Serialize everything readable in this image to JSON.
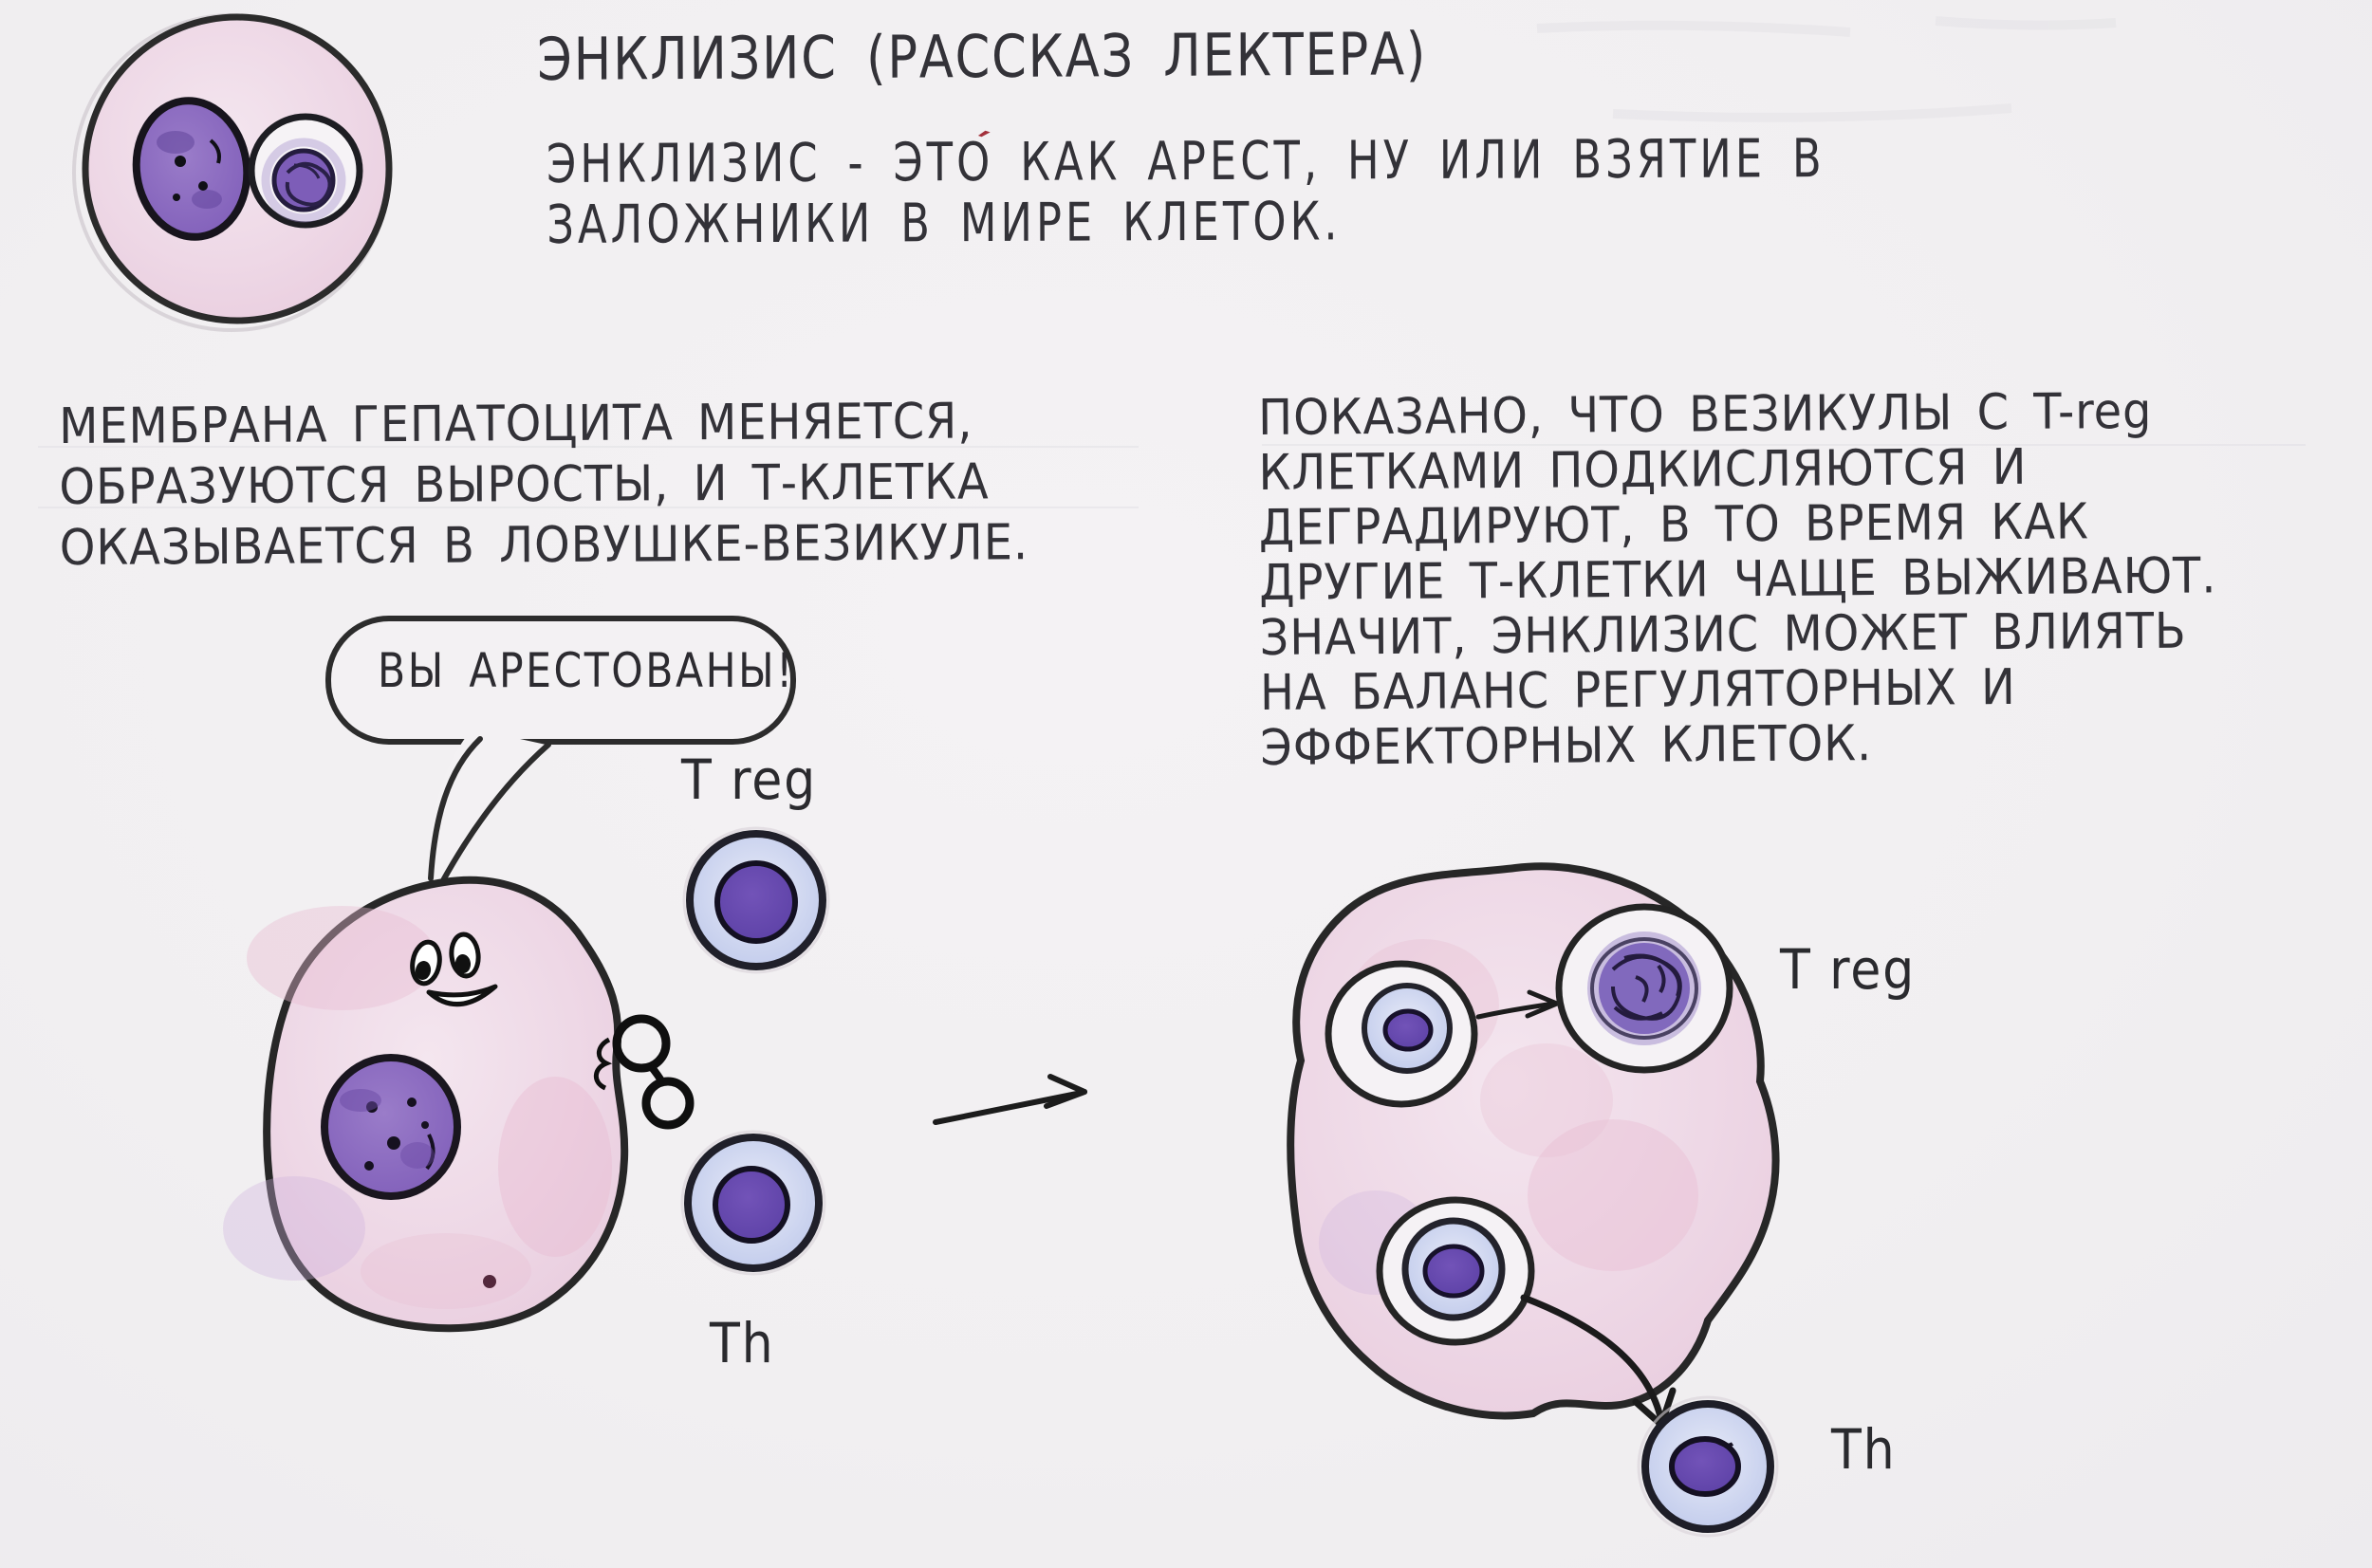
{
  "page": {
    "title": "ЭНКЛИЗИС (РАССКАЗ ЛЕКТЕРА)",
    "definition_lines": [
      "ЭНКЛИЗИС - ЭТО КАК АРЕСТ, НУ ИЛИ ВЗЯТИЕ В",
      "ЗАЛОЖНИКИ В МИРЕ КЛЕТОК."
    ],
    "accent_mark": "´"
  },
  "left_note": {
    "lines": [
      "МЕМБРАНА ГЕПАТОЦИТА МЕНЯЕТСЯ,",
      "ОБРАЗУЮТСЯ ВЫРОСТЫ, И Т-КЛЕТКА",
      "ОКАЗЫВАЕТСЯ В ЛОВУШКЕ-ВЕЗИКУЛЕ."
    ]
  },
  "right_note": {
    "lines": [
      "ПОКАЗАНО, ЧТО ВЕЗИКУЛЫ С T-reg",
      "КЛЕТКАМИ ПОДКИСЛЯЮТСЯ И",
      "ДЕГРАДИРУЮТ, В ТО ВРЕМЯ КАК",
      "ДРУГИЕ Т-КЛЕТКИ ЧАЩЕ ВЫЖИВАЮТ.",
      "ЗНАЧИТ, ЭНКЛИЗИС МОЖЕТ ВЛИЯТЬ",
      "НА БАЛАНС РЕГУЛЯТОРНЫХ И",
      "ЭФФЕКТОРНЫХ КЛЕТОК."
    ]
  },
  "speech_bubble": {
    "text": "ВЫ АРЕСТОВАНЫ!"
  },
  "labels": {
    "left_treg": "T reg",
    "left_th": "Th",
    "right_treg": "T reg",
    "right_th": "Th"
  },
  "colors": {
    "paper": "#f1eff1",
    "ink": "#333238",
    "hepatocyte_pink": "#eed7e5",
    "vesicle_white": "#f5f2f5",
    "t_cell_halo": "#ccd4ef",
    "nucleus_purple": "#5f43ab",
    "accent_red": "#a3313c"
  }
}
